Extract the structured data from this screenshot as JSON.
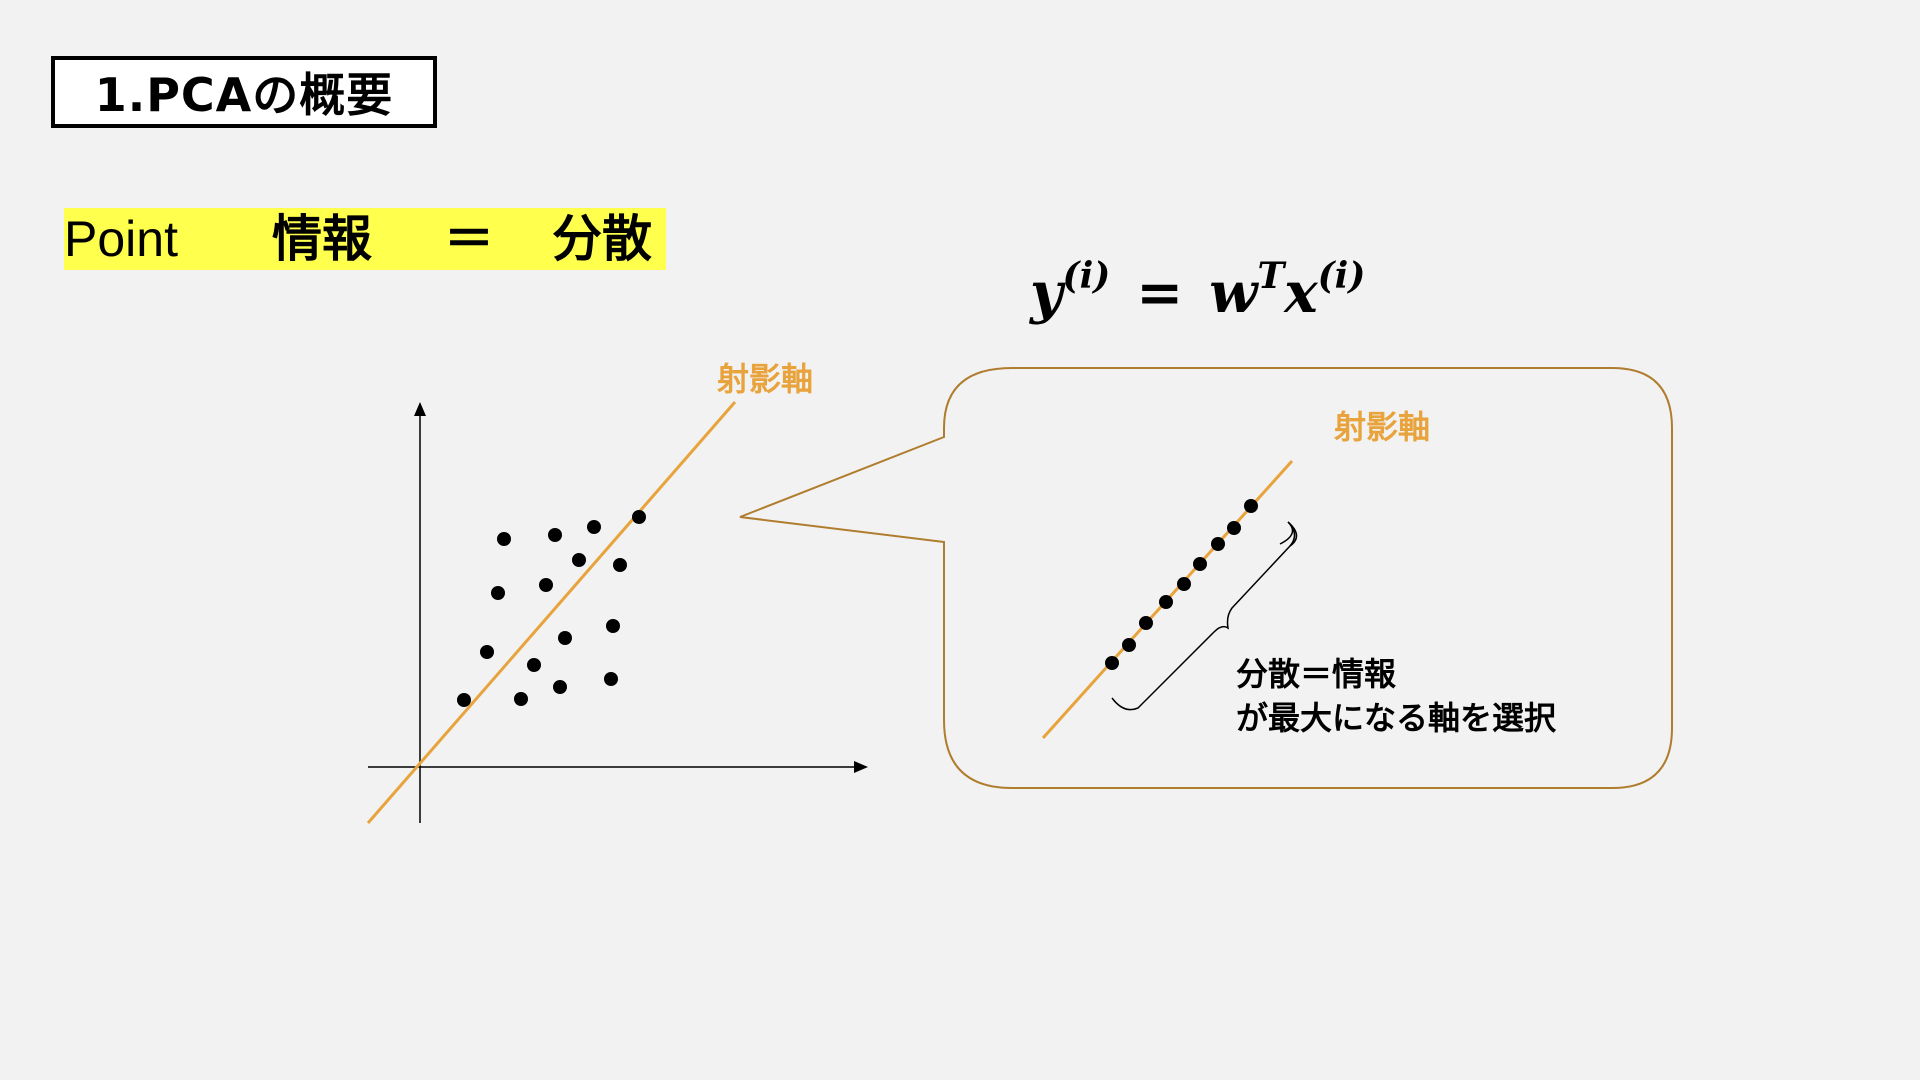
{
  "slide": {
    "title": "1.PCAの概要",
    "point": {
      "label": "Point",
      "left": "情報",
      "equals": "＝",
      "right": "分散"
    },
    "formula": {
      "y": "y",
      "y_sup": "(i)",
      "eq": "=",
      "w": "w",
      "w_sup": "T",
      "x": "x",
      "x_sup": "(i)"
    },
    "projection_axis_label": "射影軸",
    "callout": {
      "axis_label": "射影軸",
      "annotation_line1": "分散＝情報",
      "annotation_line2": "が最大になる軸を選択"
    }
  },
  "colors": {
    "axis_line": "#e8a33c",
    "callout_border": "#b07d2e",
    "highlight": "#ffff4d"
  }
}
